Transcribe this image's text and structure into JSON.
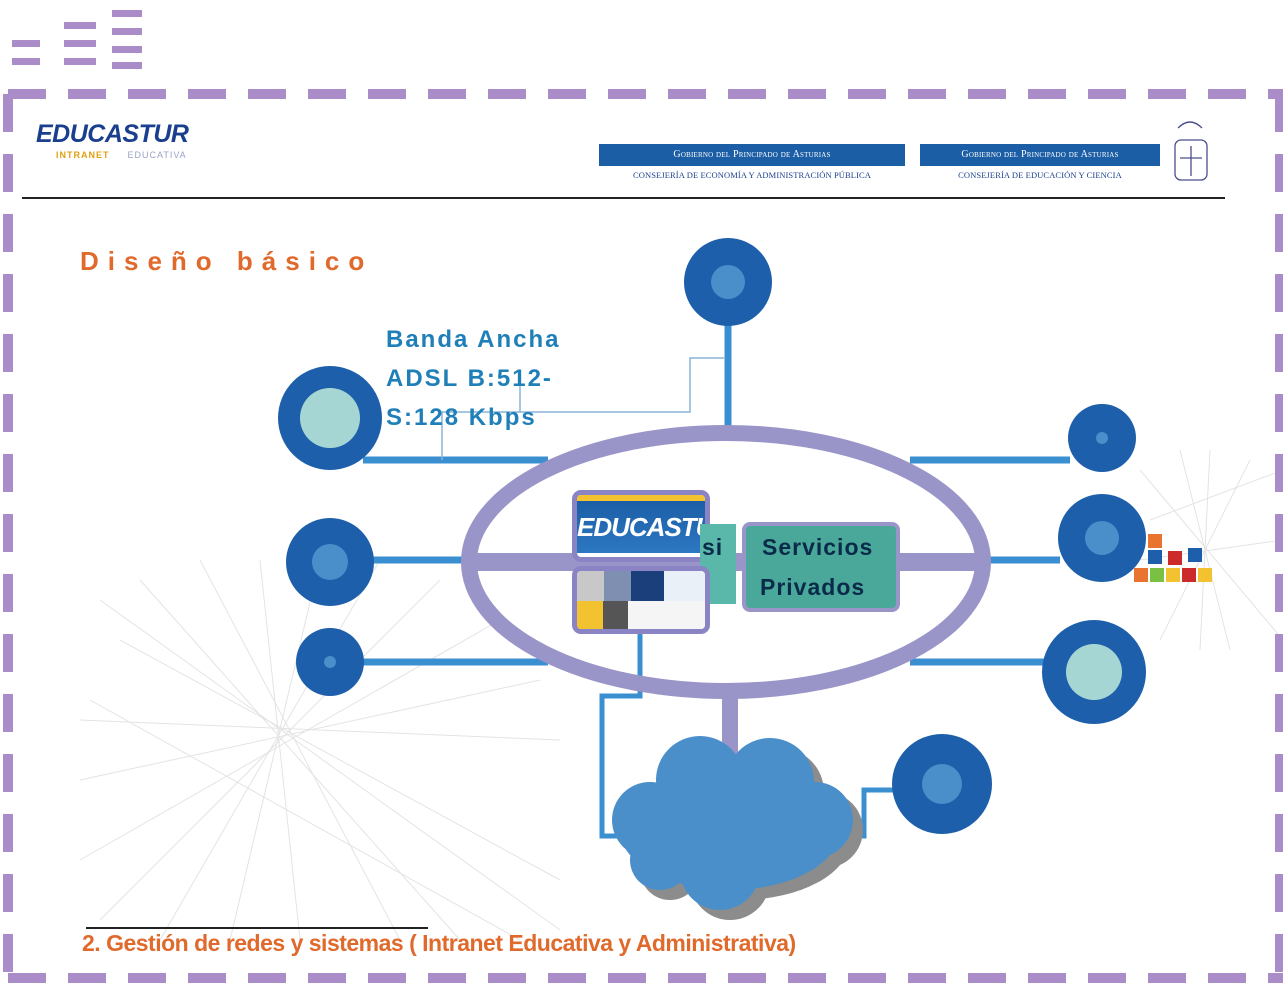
{
  "header": {
    "brand_main": "EDUCASTUR",
    "brand_intranet": "INTRANET",
    "brand_educativa": "EDUCATIVA",
    "gov_left_title": "Gobierno del Principado de Asturias",
    "gov_left_dept": "CONSEJERÍA DE ECONOMÍA Y ADMINISTRACIÓN PÚBLICA",
    "gov_right_title": "Gobierno del Principado de Asturias",
    "gov_right_dept": "CONSEJERÍA DE EDUCACIÓN Y CIENCIA"
  },
  "slide": {
    "title": "Diseño básico",
    "bandwidth_label": "Banda Ancha ADSL B:512-S:128 Kbps",
    "center_logo": "EDUCASTUR",
    "partial_text": "si",
    "services_line1": "Servicios",
    "services_line2": "Privados",
    "footer": "2. Gestión de redes y sistemas ( Intranet Educativa y Administrativa)"
  },
  "colors": {
    "accent_orange": "#e06a2c",
    "node_blue": "#1d5faa",
    "link_blue": "#3a8fd0",
    "ring_purple": "#9a95c8",
    "cloud_blue": "#4a8fca",
    "frame_purple": "#a98cc8",
    "services_teal": "#4aa89a"
  },
  "icons": [
    "menu-dash-icon",
    "crest-icon",
    "cloud-icon"
  ]
}
